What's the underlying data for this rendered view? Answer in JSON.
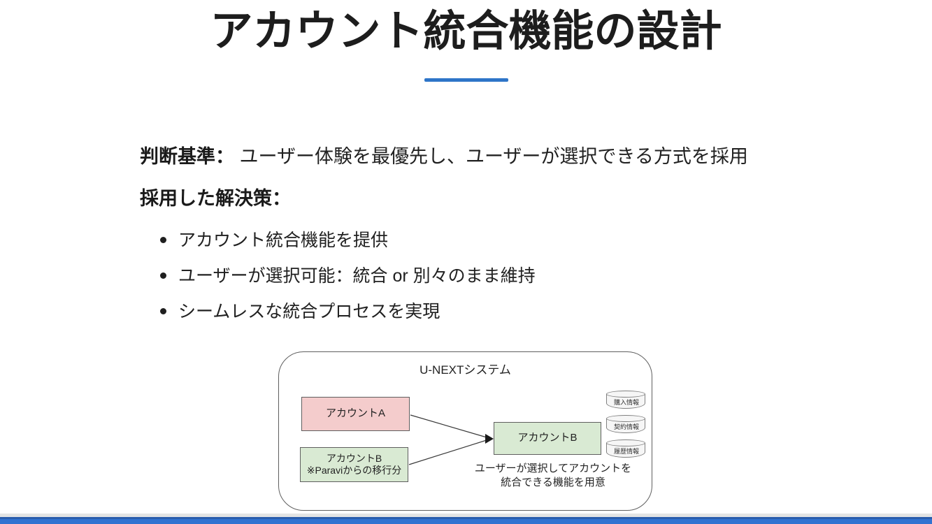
{
  "slide": {
    "title": "アカウント統合機能の設計",
    "criteria_label": "判断基準：",
    "criteria_text": " ユーザー体験を最優先し、ユーザーが選択できる方式を採用",
    "solution_label": "採用した解決策：",
    "bullets": [
      "アカウント統合機能を提供",
      "ユーザーが選択可能：統合 or 別々のまま維持",
      "シームレスな統合プロセスを実現"
    ]
  },
  "diagram": {
    "system_label": "U-NEXTシステム",
    "account_a_label": "アカウントA",
    "account_b_source_line1": "アカウントB",
    "account_b_source_line2": "※Paraviからの移行分",
    "account_b_target_label": "アカウントB",
    "caption_line1": "ユーザーが選択してアカウントを",
    "caption_line2": "統合できる機能を用意",
    "databases": [
      "購入情報",
      "契約情報",
      "履歴情報"
    ]
  },
  "colors": {
    "accent_blue": "#2e75c8",
    "box_pink": "#f4cccc",
    "box_green": "#d9ead3",
    "bottom_bar_blue": "#3173d1",
    "bottom_bar_gray": "#e3e4e4"
  }
}
